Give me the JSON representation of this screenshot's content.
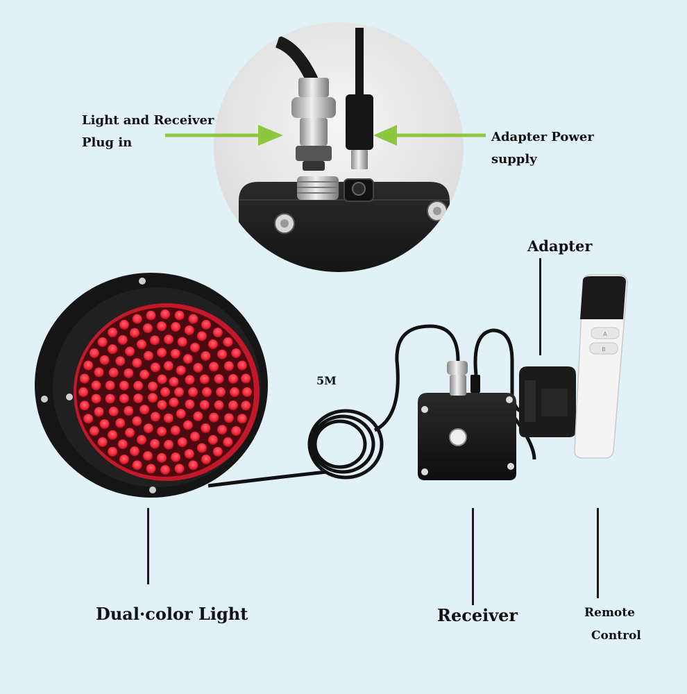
{
  "labels": {
    "light_receiver_plug_line1": "Light and Receiver",
    "light_receiver_plug_line2": "Plug in",
    "adapter_power_line1": "Adapter Power",
    "adapter_power_line2": "supply",
    "adapter": "Adapter",
    "cable_length": "5M",
    "dual_color_light": "Dual·color Light",
    "receiver": "Receiver",
    "remote_line1": "Remote",
    "remote_line2": "Control"
  },
  "remote_buttons": [
    "A",
    "B"
  ],
  "colors": {
    "background": "#e2f1f8",
    "led_red": "#ff2a3d",
    "housing": "#1c1c1c",
    "arrow_green": "#8dc63f",
    "inset_circle": "#ececec"
  },
  "icons": [
    "dual-color-light-icon",
    "receiver-box-icon",
    "power-adapter-icon",
    "remote-control-icon",
    "aviation-plug-icon",
    "dc-plug-icon"
  ]
}
